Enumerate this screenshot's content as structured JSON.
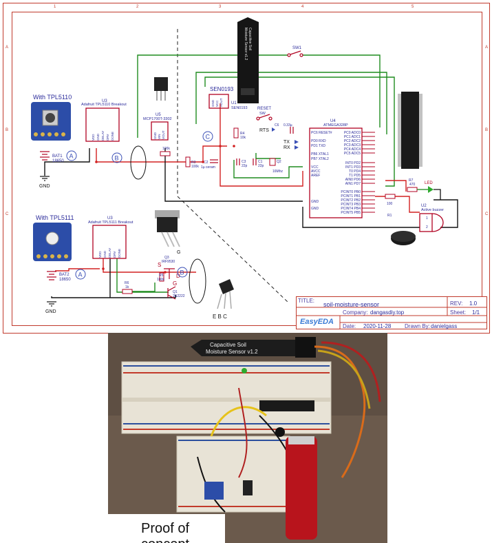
{
  "labels": {
    "with_tpl5110": "With TPL5110",
    "with_tpl5111": "With TPL5111",
    "sen_header": "SEN0193",
    "sensor_text_line1": "Capacitive Soil",
    "sensor_text_line2": "Moisture Sensor v1.2",
    "photo_sensor_line1": "Capacitive Soil",
    "photo_sensor_line2": "Moisture Sensor v1.2",
    "caption": "Proof of concept",
    "ebc": "E B C",
    "sgd_s": "S",
    "sgd_g": "G",
    "sgd_d": "D",
    "gnd1": "GND",
    "gnd2": "GND",
    "circle_a1": "A",
    "circle_b1": "B",
    "circle_c": "C",
    "circle_a2": "A",
    "circle_b2": "B"
  },
  "components": {
    "u3_top": "U3",
    "u3_top_name": "Adafruit TPL5110 Breakout",
    "u3_bottom": "U3",
    "u3_bottom_name": "Adafruit TPL5111 Breakout",
    "u5": "U5",
    "u5_name": "MCP1700T-3302",
    "u4": "U4",
    "u4_name": "ATMEGA328P",
    "u1": "U1",
    "u1_name": "SEN0193",
    "bat1": "BAT1",
    "bat1_val": "18650",
    "bat2": "BAT2",
    "bat2_val": "18650",
    "r3": "R3",
    "r3_val": "100k",
    "r4": "R4",
    "r4_val": "10k",
    "r_100k": "100k",
    "c2": "C2",
    "c2_val": "1µ ceram",
    "c3": "C3",
    "c3_val": "22p",
    "c1": "C1",
    "c1_val": "22p",
    "c6": "C6",
    "c6_val": "0.33µ",
    "q2": "Q2",
    "q2_val": "16Mhz",
    "sw1": "SW1",
    "reset": "RESET",
    "reset_sw": "SW",
    "rts": "RTS",
    "tx": "TX",
    "rx": "RX",
    "r7": "R7",
    "r7_val": "470",
    "led": "LED",
    "r1": "R1",
    "r1_val": "100",
    "u2": "U2",
    "u2_name": "Active buzzer",
    "q3": "Q3",
    "q3_name": "IRF9530",
    "q1": "Q1",
    "q1_name": "2N2222",
    "r6": "R6",
    "r6_val": "1k",
    "r5": "R5",
    "r5_val": "100k"
  },
  "u4_left_pins": [
    "PC6 RESET#",
    "PD0 RXD",
    "PD1 TXD",
    "PB6 XTAL1",
    "PB7 XTAL2",
    "VCC",
    "AVCC",
    "AREF",
    "GND",
    "GND"
  ],
  "u4_right_pins": [
    "PC0 ADC0",
    "PC1 ADC1",
    "PC2 ADC2",
    "PC3 ADC3",
    "PC4 ADC4",
    "PC5 ADC5",
    "INT0 PD2",
    "INT1 PD3",
    "T0 PD4",
    "T1 PD5",
    "AIN0 PD6",
    "AIN1 PD7",
    "PCINT0 PB0",
    "PCINT1 PB1",
    "PCINT2 PB2",
    "PCINT3 PB3",
    "PCINT4 PB4",
    "PCINT5 PB5"
  ],
  "u3_pins": [
    "VDD",
    "GND",
    "DELAY",
    "DRV",
    "DONE"
  ],
  "u5_pins": [
    "GND",
    "VIN",
    "VOUT"
  ],
  "u1_pins": [
    "GND",
    "VCC",
    "AOUT"
  ],
  "u2_pins": [
    "1",
    "2"
  ],
  "border_letters": [
    "A",
    "B",
    "C"
  ],
  "border_numbers": [
    "1",
    "2",
    "3",
    "4",
    "5"
  ],
  "title_block": {
    "title_label": "TITLE:",
    "title": "soil-moisture-sensor",
    "rev_label": "REV:",
    "rev": "1.0",
    "company_label": "Company:",
    "company": "dangasdiy.top",
    "sheet_label": "Sheet:",
    "sheet": "1/1",
    "date_label": "Date:",
    "date": "2020-11-28",
    "drawn_label": "Drawn By:",
    "drawn": "danielgass",
    "logo": "EasyEDA"
  },
  "colors": {
    "border": "#c0392b",
    "wire_green": "#1e8c1e",
    "wire_red": "#d22020",
    "wire_black": "#111111",
    "part": "#b00020",
    "label": "#2a2a9a",
    "circle": "#3a4fb5"
  }
}
